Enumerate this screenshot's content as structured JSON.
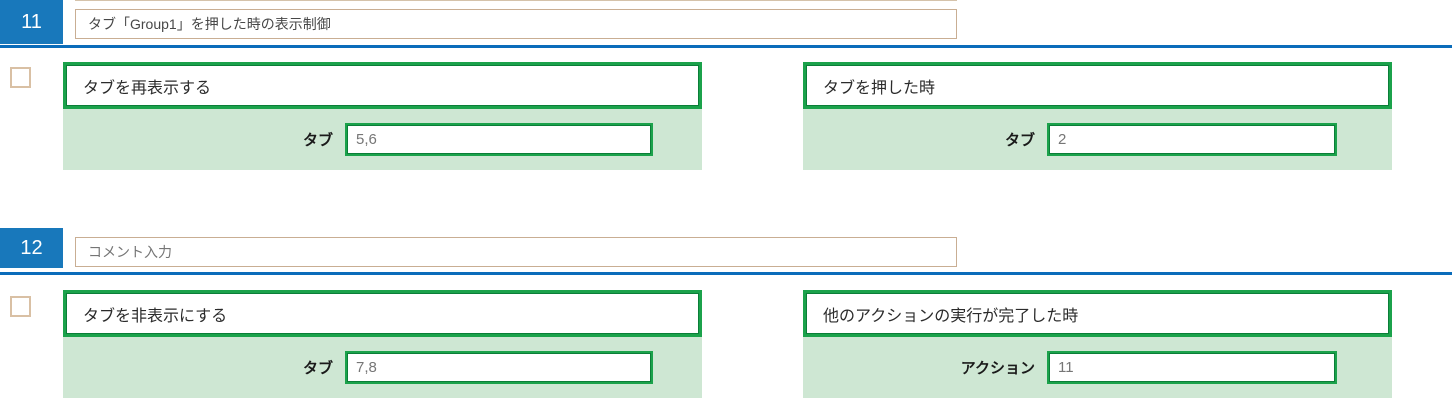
{
  "colors": {
    "badge_bg": "#1878bb",
    "divider": "#0a6cba",
    "comment_border": "#c9ae93",
    "checkbox_border": "#d9c0a4",
    "topline": "#d5c3ab",
    "panel_border": "#1ba24b",
    "panel_border_dark": "#0b7e38",
    "panel_body_bg": "#cee7d3"
  },
  "rows": [
    {
      "number": "11",
      "comment": "タブ「Group1」を押した時の表示制御",
      "action": {
        "title": "タブを再表示する",
        "field_label": "タブ",
        "field_value": "5,6"
      },
      "trigger": {
        "title": "タブを押した時",
        "field_label": "タブ",
        "field_value": "2"
      }
    },
    {
      "number": "12",
      "comment": "コメント入力",
      "action": {
        "title": "タブを非表示にする",
        "field_label": "タブ",
        "field_value": "7,8"
      },
      "trigger": {
        "title": "他のアクションの実行が完了した時",
        "field_label": "アクション",
        "field_value": "11"
      }
    }
  ]
}
